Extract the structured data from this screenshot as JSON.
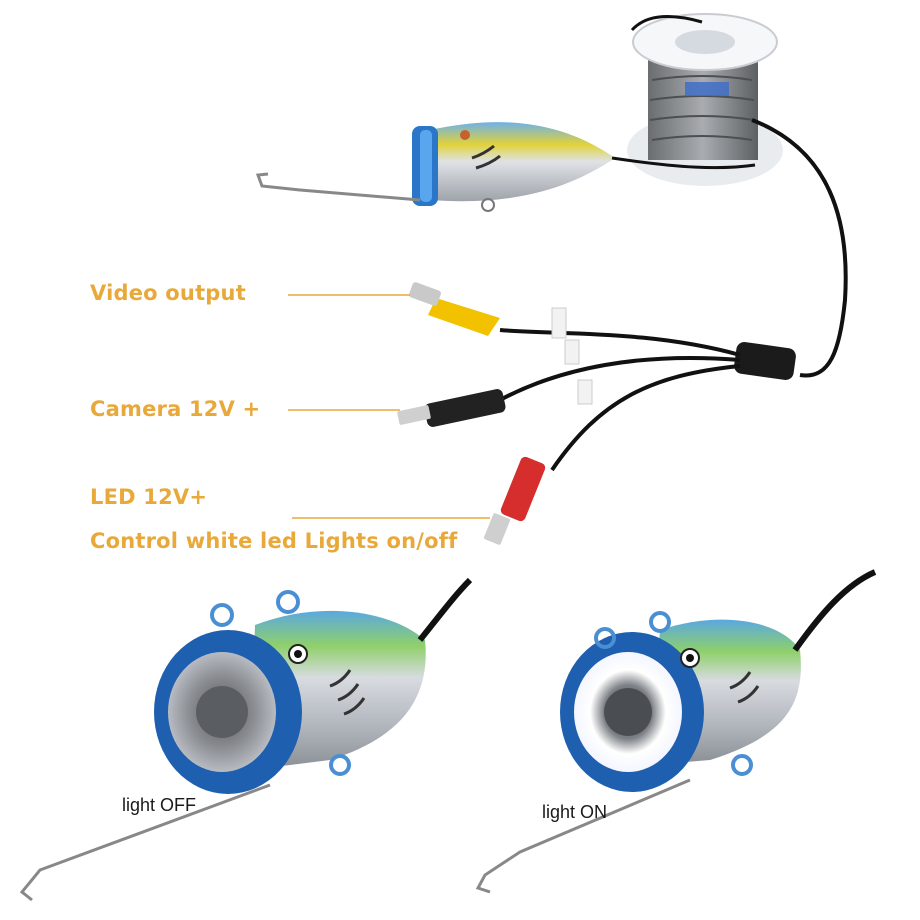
{
  "callouts": {
    "video_output": "Video output",
    "camera_power": "Camera 12V +",
    "led_power": "LED 12V+",
    "led_control": "Control white led Lights on/off"
  },
  "captions": {
    "light_off": "light OFF",
    "light_on": "light ON"
  },
  "colors": {
    "callout_text": "#e8a93a",
    "rca_yellow": "#f2c200",
    "dc_red": "#d62d2d",
    "camera_ring": "#1e5fb0",
    "cable": "#111111"
  }
}
